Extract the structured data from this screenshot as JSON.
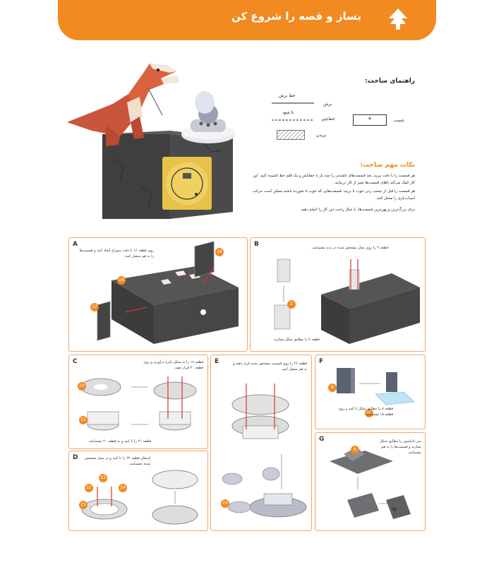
{
  "header": {
    "title": "بساز و قصه را شروع کن"
  },
  "guide": {
    "title": "راهنمای ساخت:",
    "cut_label": "برش",
    "cut_line_label": "خط برش",
    "fold_label": "خط‌چین",
    "fold_line_label": "تا شود",
    "remove_label": "بریدن",
    "glue_label": "چسب",
    "glue_symbol": "*"
  },
  "tips": {
    "title": "نکات مهم ساخت:",
    "items": [
      "هر قسمت را با دقت ببرید. بعد قسمت‌های تاشدنی را چند بار با خط‌کش و یک قلم خط کشیده کنید. این کار کمک می‌کند تاهای قسمت‌ها تمیز از کار دربیایند.",
      "هر قسمت را قبل از چسب زدن خوب تا بزنید. قسمت‌هایی که خوب تا نخورده باشند ممکن است حرکت اسباب‌بازی را مختل کنند.",
      "برای بزرگ‌ترین و پهن‌ترین قسمت‌ها، با خیال راحت این کار را انجام دهید."
    ]
  },
  "panels": {
    "A": {
      "letter": "A",
      "text": "روی قطعه ۱۶ با دقت سوراخ ایجاد کنید و قسمت‌ها را به هم متصل کنید.",
      "badges": [
        "16",
        "17",
        "18"
      ]
    },
    "B": {
      "letter": "B",
      "text": "قطعه ۲ را روی محل مشخص شده در بدنه بچسبانید.",
      "badges": [
        "2"
      ],
      "caption": "قطعه ۲ را مطابق شکل بسازید."
    },
    "C": {
      "letter": "C",
      "text": "قطعه ۱۹ را به شکل دایره درآورید و روی قطعه ۲۰ قرار دهید.",
      "badges": [
        "20",
        "21"
      ],
      "caption": "قطعه ۲۱ را تا کنید و به قطعه ۲۰ بچسبانید."
    },
    "D": {
      "letter": "D",
      "text": "لبه‌های قطعه ۲۲ را تا کنید و در محل مشخص شده بچسبانید.",
      "badges": [
        "22",
        "23",
        "24",
        "25"
      ]
    },
    "E": {
      "letter": "E",
      "text": "قطعه ۲۶ را روی قسمت مشخص شده قرار دهید و به هم متصل کنید.",
      "badges": [
        "24"
      ]
    },
    "F": {
      "letter": "F",
      "text": "قطعه ۸ را مطابق شکل تا کنید و روی قطعه ۱۵ بچسبانید.",
      "badges": [
        "8",
        "15"
      ]
    },
    "G": {
      "letter": "G",
      "text": "سر دایناسور را مطابق شکل بسازید و قسمت‌ها را به هم بچسبانید.",
      "badges": [
        "6"
      ]
    }
  }
}
